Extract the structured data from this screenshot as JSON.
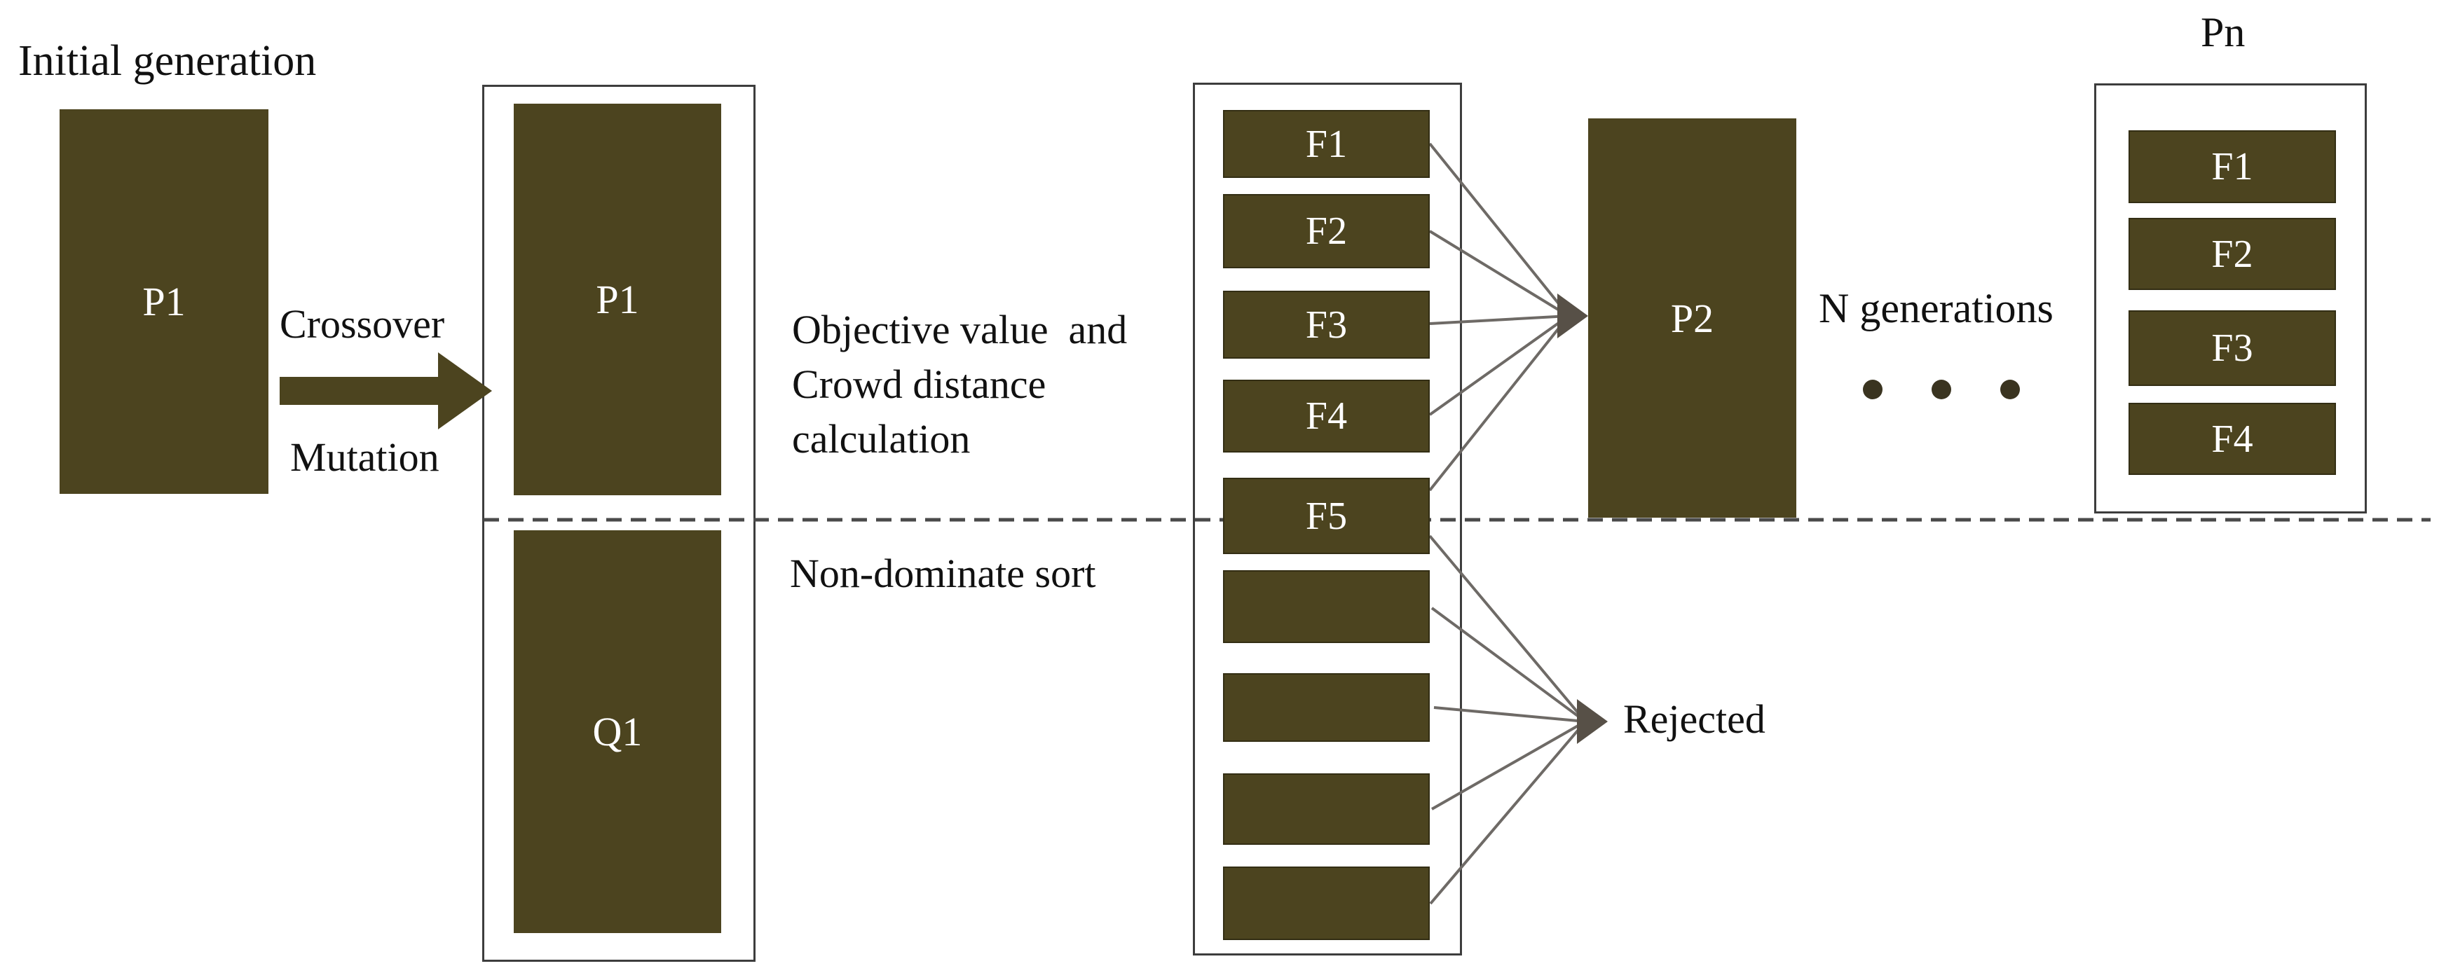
{
  "left_column": {
    "caption": "Initial generation",
    "box_label": "P1"
  },
  "operators": {
    "crossover": "Crossover",
    "mutation": "Mutation"
  },
  "combined_column": {
    "top_box": "P1",
    "bottom_box": "Q1"
  },
  "annotations": {
    "objective": "Objective value  and\nCrowd distance\ncalculation",
    "sort": "Non-dominate sort",
    "n_generations": "N generations",
    "rejected": "Rejected",
    "ellipsis_dot_count": 3
  },
  "middle_column": {
    "boxes": [
      "F1",
      "F2",
      "F3",
      "F4",
      "F5",
      "",
      "",
      "",
      ""
    ]
  },
  "p2_box": "P2",
  "pn_column": {
    "caption": "Pn",
    "boxes": [
      "F1",
      "F2",
      "F3",
      "F4"
    ]
  },
  "colors": {
    "box_fill": "#4c441f",
    "box_text": "#ffffff",
    "container_border": "#3d3d3d",
    "fan_line": "#6e6a66",
    "arrowhead": "#575047",
    "dashed_line": "#4a4a4a",
    "text": "#111111"
  }
}
